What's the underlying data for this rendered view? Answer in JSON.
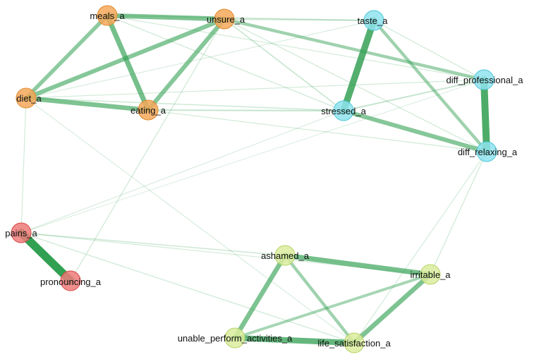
{
  "graph": {
    "groups": {
      "orange": {
        "fill": "#f4a85a",
        "stroke": "#e08a2e"
      },
      "cyan": {
        "fill": "#8fe3ef",
        "stroke": "#4fc7db"
      },
      "red": {
        "fill": "#ef7a7a",
        "stroke": "#d94a4a"
      },
      "lime": {
        "fill": "#dcec9e",
        "stroke": "#b7d46a"
      }
    },
    "edge_color": "#2e9e4f",
    "nodes": [
      {
        "id": "meals",
        "label": "meals_a",
        "group": "orange"
      },
      {
        "id": "unsure",
        "label": "unsure_a",
        "group": "orange"
      },
      {
        "id": "diet",
        "label": "diet_a",
        "group": "orange"
      },
      {
        "id": "eating",
        "label": "eating_a",
        "group": "orange"
      },
      {
        "id": "taste",
        "label": "taste_a",
        "group": "cyan"
      },
      {
        "id": "stressed",
        "label": "stressed_a",
        "group": "cyan"
      },
      {
        "id": "diffprof",
        "label": "diff_professional_a",
        "group": "cyan"
      },
      {
        "id": "diffrelax",
        "label": "diff_relaxing_a",
        "group": "cyan"
      },
      {
        "id": "pains",
        "label": "pains_a",
        "group": "red"
      },
      {
        "id": "pron",
        "label": "pronouncing_a",
        "group": "red"
      },
      {
        "id": "ashamed",
        "label": "ashamed_a",
        "group": "lime"
      },
      {
        "id": "irritable",
        "label": "irritable_a",
        "group": "lime"
      },
      {
        "id": "unable",
        "label": "unable_perform_activities_a",
        "group": "lime"
      },
      {
        "id": "lifesat",
        "label": "life_satisfaction_a",
        "group": "lime"
      }
    ],
    "edges": [
      {
        "source": "meals",
        "target": "unsure",
        "weight": 0.55
      },
      {
        "source": "meals",
        "target": "diet",
        "weight": 0.45
      },
      {
        "source": "meals",
        "target": "eating",
        "weight": 0.6
      },
      {
        "source": "unsure",
        "target": "diet",
        "weight": 0.5
      },
      {
        "source": "unsure",
        "target": "eating",
        "weight": 0.5
      },
      {
        "source": "diet",
        "target": "eating",
        "weight": 0.55
      },
      {
        "source": "eating",
        "target": "stressed",
        "weight": 0.12
      },
      {
        "source": "diet",
        "target": "stressed",
        "weight": 0.08
      },
      {
        "source": "meals",
        "target": "taste",
        "weight": 0.08
      },
      {
        "source": "unsure",
        "target": "taste",
        "weight": 0.1
      },
      {
        "source": "unsure",
        "target": "diffprof",
        "weight": 0.35
      },
      {
        "source": "unsure",
        "target": "stressed",
        "weight": 0.1
      },
      {
        "source": "unsure",
        "target": "diffrelax",
        "weight": 0.06
      },
      {
        "source": "meals",
        "target": "stressed",
        "weight": 0.06
      },
      {
        "source": "meals",
        "target": "diffprof",
        "weight": 0.05
      },
      {
        "source": "diet",
        "target": "diffprof",
        "weight": 0.05
      },
      {
        "source": "diet",
        "target": "taste",
        "weight": 0.04
      },
      {
        "source": "eating",
        "target": "diffrelax",
        "weight": 0.05
      },
      {
        "source": "taste",
        "target": "stressed",
        "weight": 0.8
      },
      {
        "source": "taste",
        "target": "diffrelax",
        "weight": 0.35
      },
      {
        "source": "taste",
        "target": "diffprof",
        "weight": 0.06
      },
      {
        "source": "stressed",
        "target": "diffrelax",
        "weight": 0.5
      },
      {
        "source": "stressed",
        "target": "diffprof",
        "weight": 0.12
      },
      {
        "source": "diffprof",
        "target": "diffrelax",
        "weight": 0.85
      },
      {
        "source": "diet",
        "target": "pains",
        "weight": 0.05
      },
      {
        "source": "diet",
        "target": "lifesat",
        "weight": 0.04
      },
      {
        "source": "unsure",
        "target": "pron",
        "weight": 0.06
      },
      {
        "source": "stressed",
        "target": "pains",
        "weight": 0.04
      },
      {
        "source": "diffprof",
        "target": "pains",
        "weight": 0.03
      },
      {
        "source": "pains",
        "target": "pron",
        "weight": 1.0
      },
      {
        "source": "pains",
        "target": "ashamed",
        "weight": 0.08
      },
      {
        "source": "pains",
        "target": "lifesat",
        "weight": 0.06
      },
      {
        "source": "pains",
        "target": "irritable",
        "weight": 0.05
      },
      {
        "source": "diffrelax",
        "target": "irritable",
        "weight": 0.06
      },
      {
        "source": "diffrelax",
        "target": "lifesat",
        "weight": 0.05
      },
      {
        "source": "ashamed",
        "target": "irritable",
        "weight": 0.6
      },
      {
        "source": "ashamed",
        "target": "unable",
        "weight": 0.55
      },
      {
        "source": "ashamed",
        "target": "lifesat",
        "weight": 0.35
      },
      {
        "source": "irritable",
        "target": "unable",
        "weight": 0.3
      },
      {
        "source": "irritable",
        "target": "lifesat",
        "weight": 0.55
      },
      {
        "source": "unable",
        "target": "lifesat",
        "weight": 0.7
      }
    ]
  }
}
